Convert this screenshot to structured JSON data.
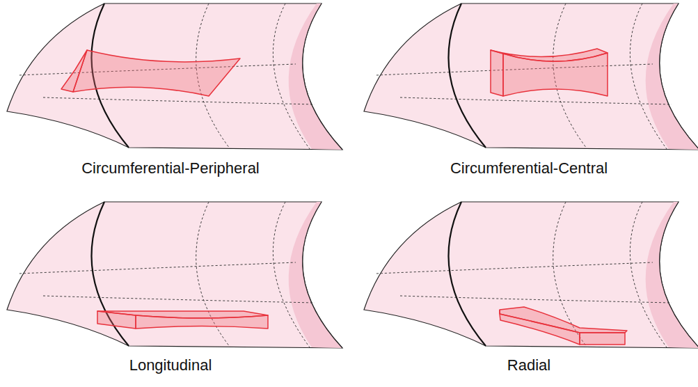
{
  "diagram": {
    "labels": [
      "Circumferential-Peripheral",
      "Circumferential-Central",
      "Longitudinal",
      "Radial"
    ]
  }
}
